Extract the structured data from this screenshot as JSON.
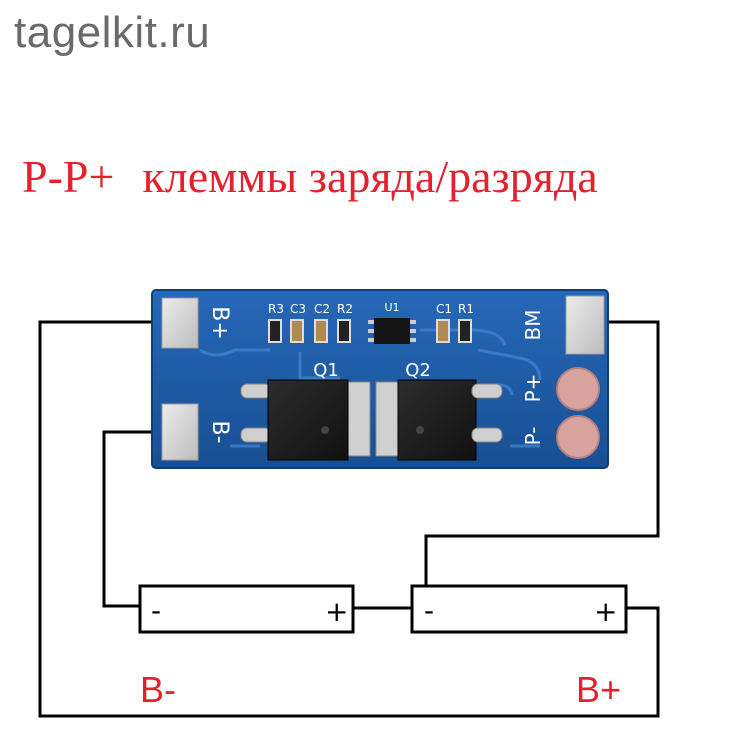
{
  "watermark": "tagelkit.ru",
  "heading": {
    "part1": "P-P+",
    "part2": "клеммы заряда/разряда"
  },
  "board": {
    "pads": {
      "b_plus": "B+",
      "b_minus": "B-",
      "bm": "BM",
      "p_plus": "P+",
      "p_minus": "P-"
    },
    "components": {
      "r3": "R3",
      "c3": "C3",
      "c2": "C2",
      "r2": "R2",
      "u1": "U1",
      "c1": "C1",
      "r1": "R1",
      "q1": "Q1",
      "q2": "Q2"
    },
    "colors": {
      "pcb": "#1e5ca8",
      "pad": "#d7d7d7",
      "mosfet": "#1b1b1b"
    }
  },
  "cells": {
    "left": {
      "minus": "-",
      "plus": "+"
    },
    "right": {
      "minus": "-",
      "plus": "+"
    }
  },
  "terminals": {
    "b_minus": "B-",
    "b_plus": "B+"
  },
  "colors": {
    "accent_red": "#e3222d",
    "wire": "#000000"
  }
}
